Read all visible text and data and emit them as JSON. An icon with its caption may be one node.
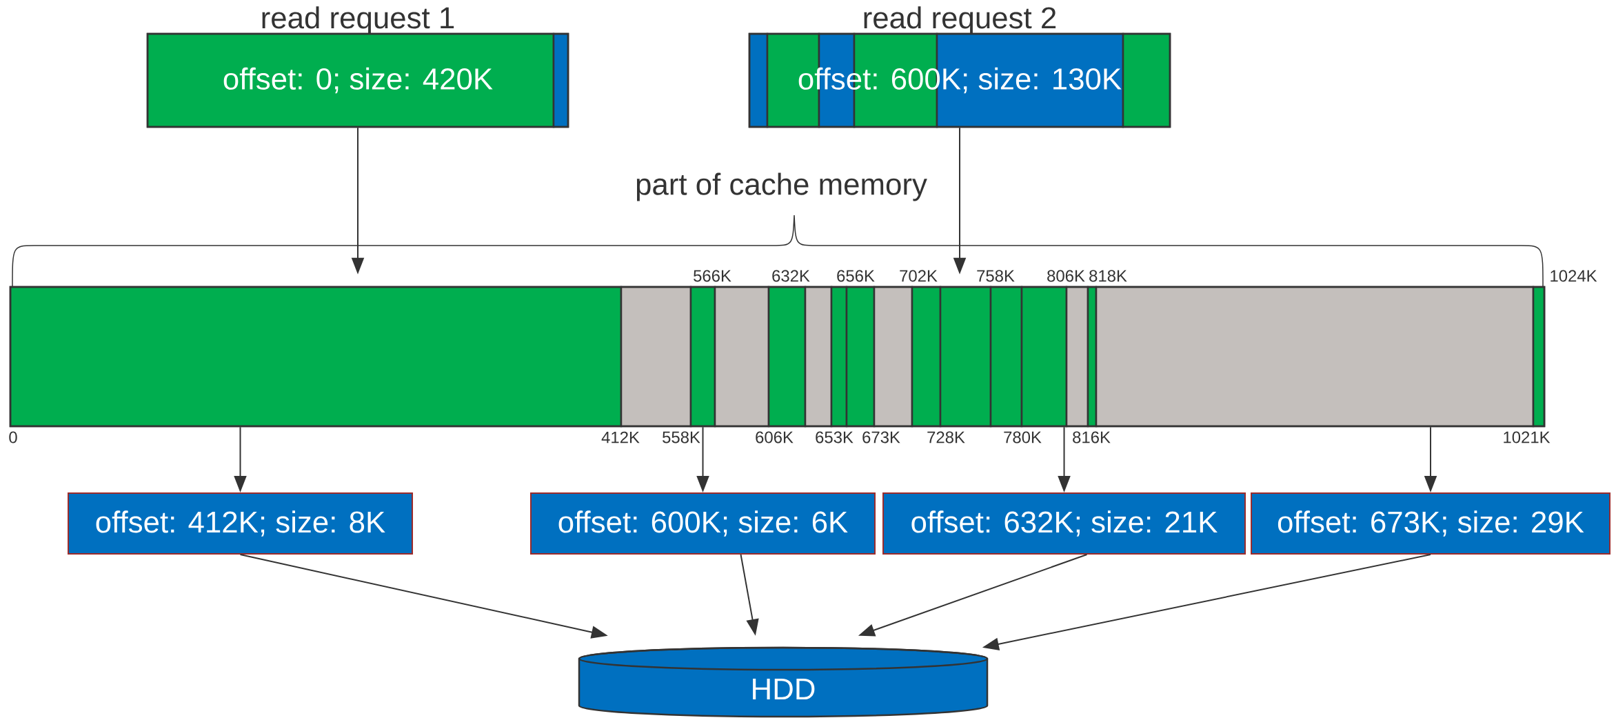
{
  "diagram": {
    "nodes": [
      {
        "text": [
          "read request 1",
          "offset: 0; size: 420K"
        ]
      },
      {
        "text": [
          "read request 2",
          "offset: 600K; size: 130K"
        ]
      },
      {
        "text": [],
        "shape": "bar",
        "beside": [
          "566K",
          "632K",
          "656K",
          "702K",
          "758K",
          "806K",
          "818K",
          "1024K",
          "0",
          "412K",
          "558K",
          "606K",
          "653K",
          "673K",
          "728K",
          "780K",
          "816K",
          "1021K"
        ]
      },
      {
        "text": [
          "offset: 412K; size: 8K"
        ]
      },
      {
        "text": [
          "offset: 600K; size: 6K"
        ]
      },
      {
        "text": [
          "offset: 632K; size: 21K"
        ]
      },
      {
        "text": [
          "offset: 673K; size: 29K"
        ]
      },
      {
        "text": [
          "HDD"
        ]
      }
    ],
    "edges": [
      {
        "from": 0,
        "to": 2,
        "arrow": "to"
      },
      {
        "from": 1,
        "to": 2,
        "arrow": "to"
      },
      {
        "from": 2,
        "to": 3,
        "arrow": "to"
      },
      {
        "from": 2,
        "to": 4,
        "arrow": "to"
      },
      {
        "from": 2,
        "to": 5,
        "arrow": "to"
      },
      {
        "from": 2,
        "to": 6,
        "arrow": "to"
      },
      {
        "from": 3,
        "to": 7,
        "arrow": "to"
      },
      {
        "from": 4,
        "to": 7,
        "arrow": "to"
      },
      {
        "from": 5,
        "to": 7,
        "arrow": "to"
      },
      {
        "from": 6,
        "to": 7,
        "arrow": "to"
      }
    ],
    "labels": [
      "part of cache memory"
    ]
  }
}
